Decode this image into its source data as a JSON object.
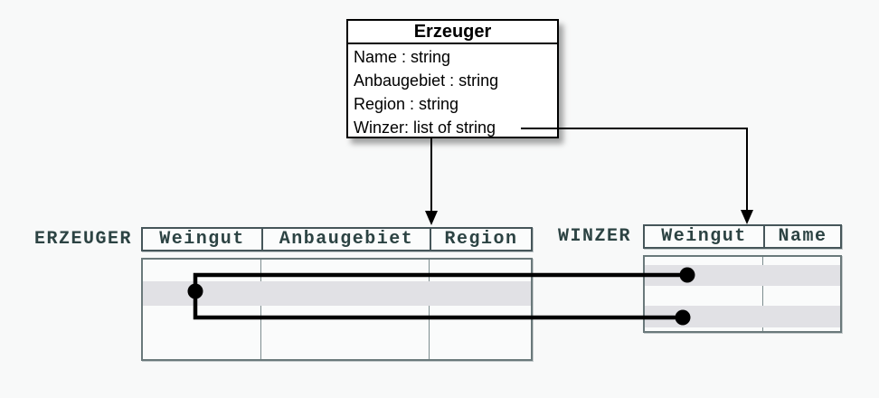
{
  "colors": {
    "background": "#f8f9f9",
    "class_border": "#000000",
    "table_border": "#46565a",
    "table_text": "#2c4343",
    "row_highlight": "#e1e1e5",
    "connector": "#000000"
  },
  "uml_class": {
    "title": "Erzeuger",
    "attributes": [
      "Name : string",
      "Anbaugebiet : string",
      "Region : string",
      "Winzer: list of string"
    ]
  },
  "tables": {
    "erzeuger": {
      "label": "ERZEUGER",
      "columns": [
        "Weingut",
        "Anbaugebiet",
        "Region"
      ],
      "body_rows": 4,
      "highlighted_row": 2
    },
    "winzer": {
      "label": "WINZER",
      "columns": [
        "Weingut",
        "Name"
      ],
      "body_rows": 4,
      "highlighted_rows": [
        2,
        4
      ]
    }
  }
}
